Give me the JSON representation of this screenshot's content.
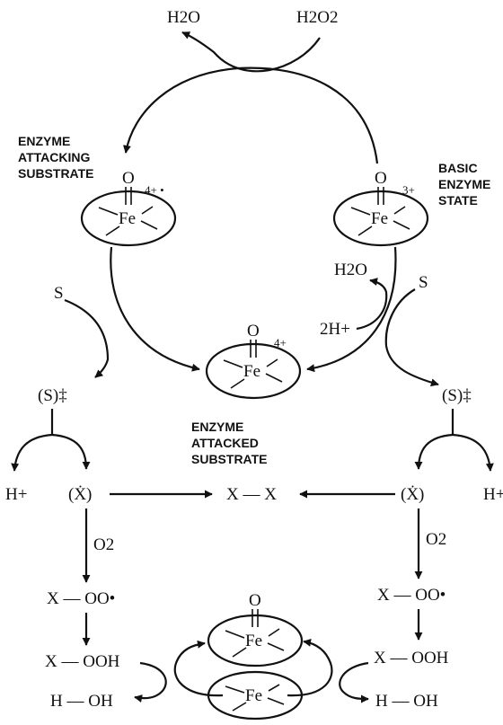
{
  "labels": {
    "h2o_top": "H2O",
    "h2o2_top": "H2O2",
    "caption_attacking_1": "ENZYME",
    "caption_attacking_2": "ATTACKING",
    "caption_attacking_3": "SUBSTRATE",
    "caption_basic_1": "BASIC",
    "caption_basic_2": "ENZYME",
    "caption_basic_3": "STATE",
    "caption_attacked_1": "ENZYME",
    "caption_attacked_2": "ATTACKED",
    "caption_attacked_3": "SUBSTRATE",
    "fe": "Fe",
    "oxo": "O",
    "charge_left": "4+ •",
    "charge_right": "3+",
    "charge_center": "4+",
    "s_left": "S",
    "s_right": "S",
    "h2o_mid": "H2O",
    "two_h_plus": "2H+",
    "radical_cation": "(S)‡",
    "h_plus": "H+",
    "x_radical": "(Ẋ)",
    "x_x": "X — X",
    "o2": "O2",
    "x_oo": "X — OO•",
    "x_ooh": "X — OOH",
    "h_oh": "H — OH"
  },
  "colors": {
    "ink": "#111111",
    "background": "#ffffff"
  }
}
